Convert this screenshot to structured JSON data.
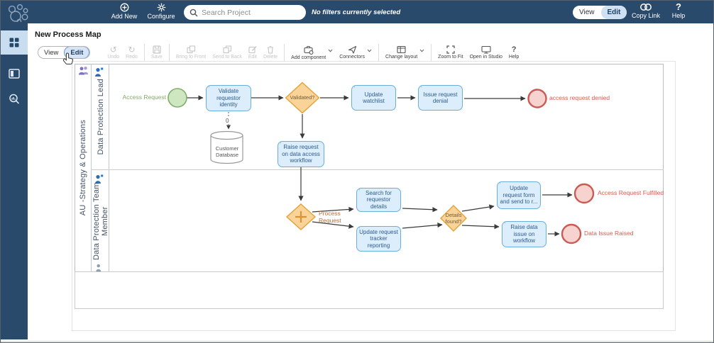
{
  "topbar": {
    "add_new": "Add New",
    "configure": "Configure",
    "search_placeholder": "Search Project",
    "filters_note": "No filters currently selected",
    "view": "View",
    "edit": "Edit",
    "copy_link": "Copy Link",
    "help": "Help"
  },
  "page": {
    "title": "New Process Map"
  },
  "toolbar": {
    "view": "View",
    "edit": "Edit",
    "undo": "Undo",
    "redo": "Redo",
    "save": "Save",
    "bring_to_front": "Bring to Front",
    "send_to_back": "Send to Back",
    "edit_button": "Edit",
    "delete": "Delete",
    "add_component": "Add component",
    "connectors": "Connectors",
    "change_layout": "Change layout",
    "zoom_to_fit": "Zoom to Fit",
    "open_in_studio": "Open in Studio",
    "help": "Help"
  },
  "diagram": {
    "pool_label": "AU -Strategy & Operations",
    "lanes": [
      {
        "label": "Data Protection Lead"
      },
      {
        "label": "Data Protection Team Member"
      }
    ],
    "nodes": {
      "access_request": "Access Request",
      "validate": "Validate requestor identity",
      "customer_database": "Customer Database",
      "db_link_count": "0",
      "validated": "Validated?",
      "update_watchlist": "Update watchlist",
      "issue_denial": "Issue request denial",
      "access_denied": "access request denied",
      "raise_request": "Raise request on data access workflow",
      "process_request": "Process Request",
      "search_details": "Search for requestor details",
      "update_tracker": "Update request tracker reporting",
      "details_found": "Details found?",
      "update_form": "Update request form and send to r...",
      "request_fulfilled": "Access Request Fulfilled",
      "raise_data_issue": "Raise data issue on workflow",
      "data_issue_raised": "Data Issue Raised"
    }
  },
  "icons": {
    "logo": "molecule-cluster",
    "add_new": "circle-plus",
    "configure": "gear",
    "search": "magnifier",
    "copy_link": "chain-links",
    "help_glyph": "?",
    "sidebar_1": "tiles-grid",
    "sidebar_2": "side-panel",
    "sidebar_3": "magnifier-chart",
    "undo": "↺",
    "redo": "↻",
    "task_marker": "ⁱ",
    "pool_icon": "team-group",
    "lane_icon": "person"
  },
  "colors": {
    "topbar_bg": "#2a4a6b",
    "selected_tile": "#c9ddf0",
    "toggle_active": "#cfe0f2",
    "task_fill": "#dcedfb",
    "task_border": "#6aaede",
    "task_text": "#2c5d8f",
    "gateway_fill": "#fad398",
    "gateway_border": "#e2a23b",
    "start_fill": "#cfe7c0",
    "start_border": "#7fae6a",
    "end_fill": "#f6d3cf",
    "end_border": "#cb5a52",
    "red_label": "#dd5a4c",
    "green_label": "#84a86a",
    "orange_label": "#c06a35",
    "lane_text": "#44546a"
  }
}
